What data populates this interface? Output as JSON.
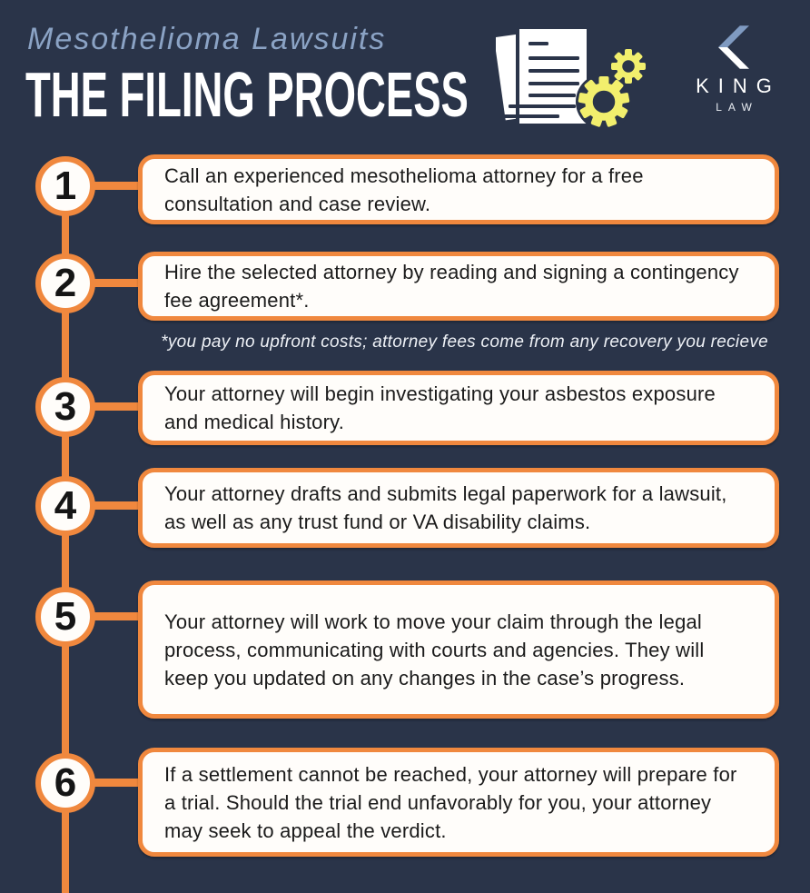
{
  "header": {
    "subtitle": "Mesothelioma Lawsuits",
    "title": "THE FILING PROCESS"
  },
  "logo": {
    "name": "KING",
    "sub": "LAW",
    "chevron_icon": "king-chevron-icon"
  },
  "icons": {
    "header_icon": "documents-and-gears-icon"
  },
  "colors": {
    "background_navy": "#2a3449",
    "accent_orange": "#f0883e",
    "card_fill": "#fffdfa",
    "subtitle_blue": "#8ba3c5",
    "gear_yellow": "#f2ef6d",
    "logo_chevron_light": "#7f9ac1",
    "body_text": "#1b1b1b"
  },
  "steps": [
    {
      "number": "1",
      "text": "Call an experienced mesothelioma attorney for a free consultation and case review."
    },
    {
      "number": "2",
      "text": "Hire the selected attorney by reading and signing a contingency fee agreement*."
    },
    {
      "number": "3",
      "text": "Your attorney will begin investigating your asbestos exposure and medical history."
    },
    {
      "number": "4",
      "text": "Your attorney drafts and submits legal paperwork for a lawsuit, as well as any trust fund or VA disability claims."
    },
    {
      "number": "5",
      "text": "Your attorney will work to move your claim through the legal process, communicating with courts and agencies. They will keep you updated on any changes in the case’s progress."
    },
    {
      "number": "6",
      "text": "If a settlement cannot be reached, your attorney will prepare for a trial. Should the trial end unfavorably for you, your attorney may seek to appeal the verdict."
    }
  ],
  "footnote": "*you pay no upfront costs; attorney fees come from any recovery you recieve"
}
